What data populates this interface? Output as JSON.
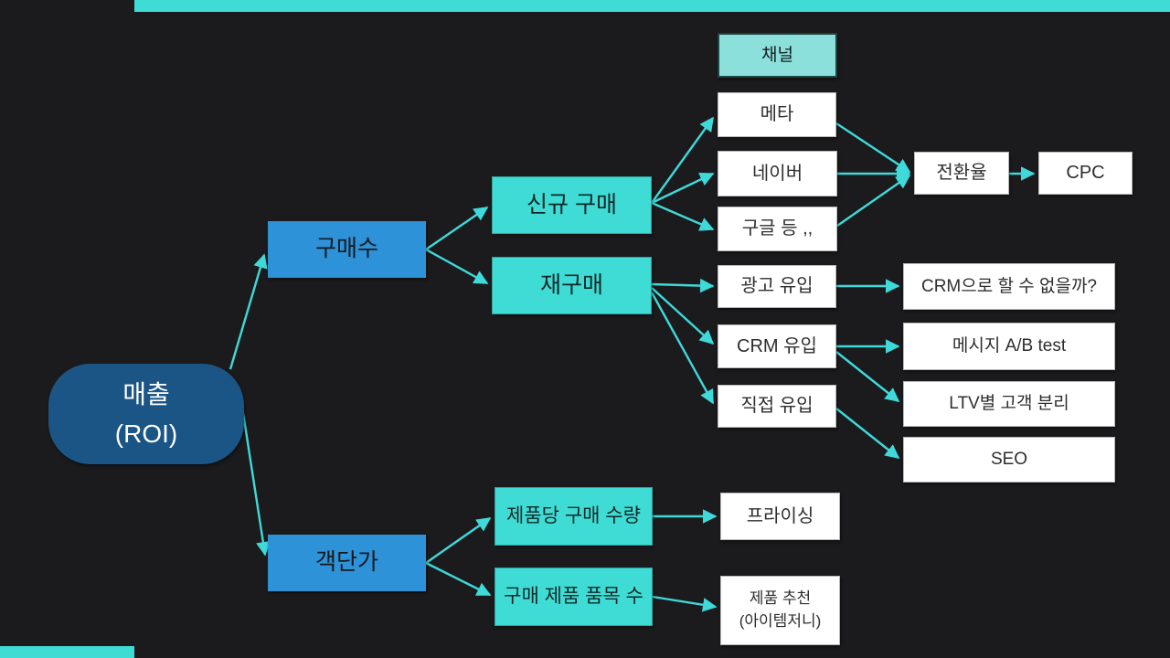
{
  "slide": {
    "background_color": "#1b1b1d",
    "accent_bar_color": "#3fdcd5",
    "arrow_color": "#3fd9da",
    "root_box_color": "#1a5586",
    "blue_box_color": "#2d92d8",
    "teal_box_color": "#3fdcd5",
    "light_teal_box_color": "#8ce0dc",
    "white_box_color": "#ffffff"
  },
  "nodes": {
    "root": {
      "line1": "매출",
      "line2": "(ROI)"
    },
    "purchase_count": "구매수",
    "avg_order_value": "객단가",
    "new_purchase": "신규 구매",
    "repurchase": "재구매",
    "qty_per_product": "제품당 구매 수량",
    "items_per_purchase": "구매 제품 품목 수",
    "channel": "채널",
    "meta": "메타",
    "naver": "네이버",
    "google": "구글 등 ,,",
    "ad_inflow": "광고 유입",
    "crm_inflow": "CRM 유입",
    "direct_inflow": "직접 유입",
    "conversion_rate": "전환율",
    "cpc": "CPC",
    "crm_question": "CRM으로 할 수 없을까?",
    "message_ab_test": "메시지 A/B test",
    "ltv_segmentation": "LTV별 고객 분리",
    "seo": "SEO",
    "pricing": "프라이싱",
    "product_recommendation": {
      "line1": "제품 추천",
      "line2": "(아이템저니)"
    }
  },
  "edges": [
    "매출(ROI) → 구매수",
    "매출(ROI) → 객단가",
    "구매수 → 신규 구매",
    "구매수 → 재구매",
    "신규 구매 → 메타",
    "신규 구매 → 네이버",
    "신규 구매 → 구글 등 ,,",
    "메타 → 전환율",
    "네이버 → 전환율",
    "구글 등 ,, → 전환율",
    "전환율 → CPC",
    "재구매 → 광고 유입",
    "재구매 → CRM 유입",
    "재구매 → 직접 유입",
    "광고 유입 → CRM으로 할 수 없을까?",
    "CRM 유입 → 메시지 A/B test",
    "CRM 유입 → LTV별 고객 분리",
    "직접 유입 → SEO",
    "객단가 → 제품당 구매 수량",
    "객단가 → 구매 제품 품목 수",
    "제품당 구매 수량 → 프라이싱",
    "구매 제품 품목 수 → 제품 추천 (아이템저니)"
  ]
}
